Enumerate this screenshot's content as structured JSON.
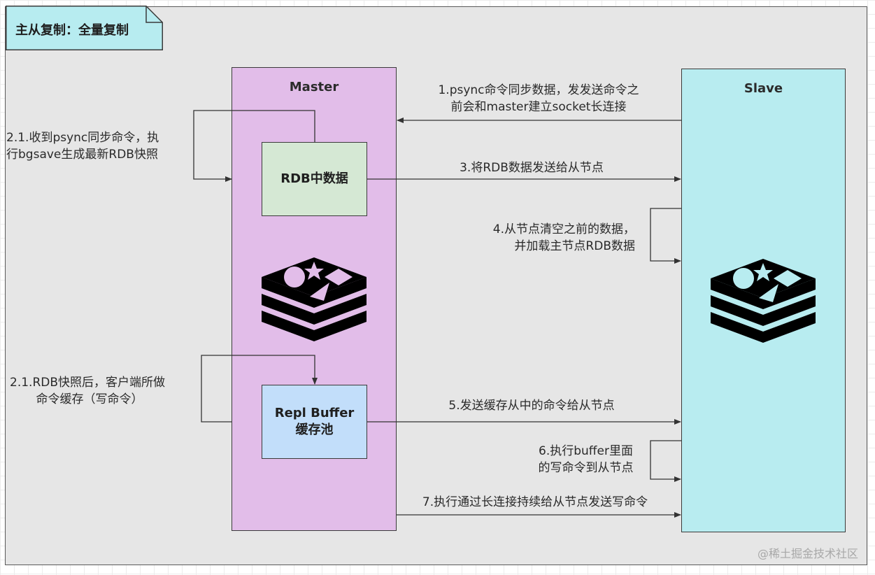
{
  "title": "主从复制：全量复制",
  "master": {
    "title": "Master",
    "rdb_box": "RDB中数据",
    "repl_box_line1": "Repl Buffer",
    "repl_box_line2": "缓存池"
  },
  "slave": {
    "title": "Slave"
  },
  "steps": {
    "s1_line1": "1.psync命令同步数据，发发送命令之",
    "s1_line2": "前会和master建立socket长连接",
    "s21a_line1": "2.1.收到psync同步命令，执",
    "s21a_line2": "行bgsave生成最新RDB快照",
    "s3": "3.将RDB数据发送给从节点",
    "s4_line1": "4.从节点清空之前的数据，",
    "s4_line2": "并加载主节点RDB数据",
    "s21b_line1": "2.1.RDB快照后，客户端所做",
    "s21b_line2": "命令缓存（写命令）",
    "s5": "5.发送缓存从中的命令给从节点",
    "s6_line1": "6.执行buffer里面",
    "s6_line2": "的写命令到从节点",
    "s7": "7.执行通过长连接持续给从节点发送写命令"
  },
  "icons": {
    "master_logo": "redis-logo-icon",
    "slave_logo": "redis-logo-icon"
  },
  "colors": {
    "master": "#e2bde9",
    "slave": "#b8ecf0",
    "rdb_box": "#d5e8d4",
    "repl_box": "#c2defa",
    "title_note": "#b7ecf0"
  },
  "watermark": "@稀土掘金技术社区"
}
